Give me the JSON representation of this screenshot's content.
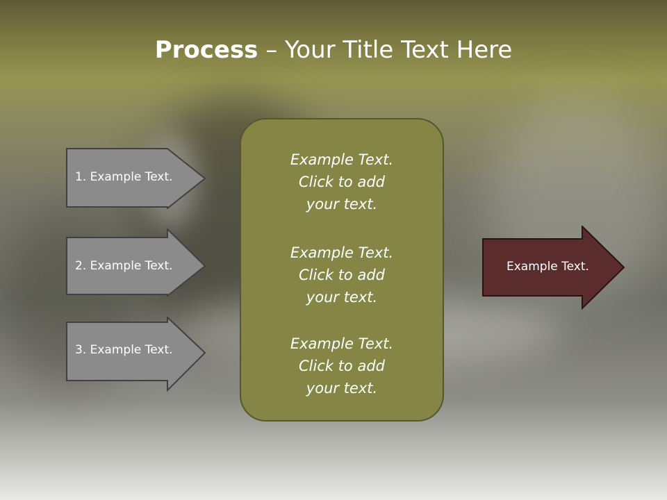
{
  "title": {
    "bold": "Process",
    "rest": " – Your Title Text Here"
  },
  "left_steps": [
    {
      "label": "1. Example Text."
    },
    {
      "label": "2. Example Text."
    },
    {
      "label": "3. Example Text."
    }
  ],
  "center_blocks": [
    {
      "line1": "Example Text.",
      "line2": "Click  to add",
      "line3": "your text."
    },
    {
      "line1": "Example Text.",
      "line2": "Click  to add",
      "line3": "your text."
    },
    {
      "line1": "Example Text.",
      "line2": "Click  to add",
      "line3": "your text."
    }
  ],
  "output": {
    "label": "Example Text."
  },
  "colors": {
    "step_fill": "#8b8b8b",
    "step_border": "#404040",
    "panel_fill": "#858646",
    "output_fill": "#5a2c2c"
  }
}
